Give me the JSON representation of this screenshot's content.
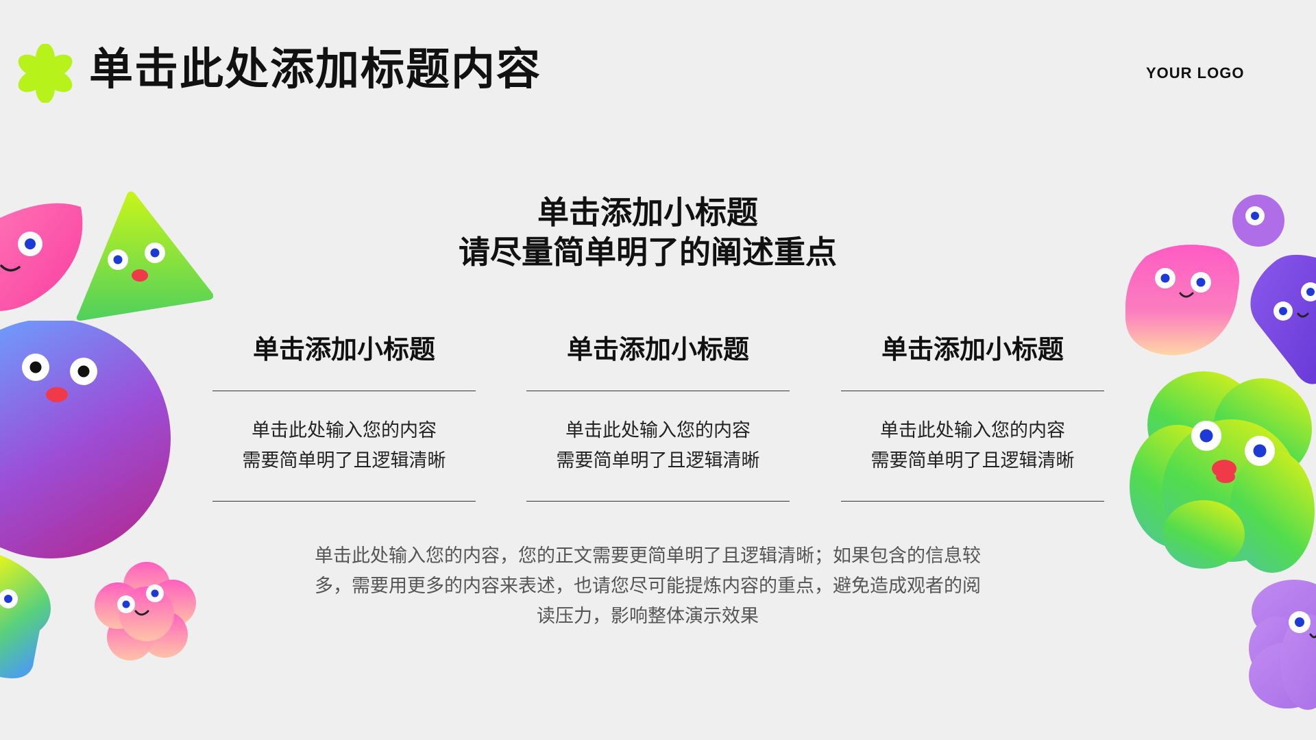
{
  "header": {
    "title": "单击此处添加标题内容",
    "logo": "YOUR LOGO",
    "accent_color": "#b7f21a"
  },
  "headline": {
    "line1": "单击添加小标题",
    "line2": "请尽量简单明了的阐述重点"
  },
  "columns": [
    {
      "title": "单击添加小标题",
      "line1": "单击此处输入您的内容",
      "line2": "需要简单明了且逻辑清晰"
    },
    {
      "title": "单击添加小标题",
      "line1": "单击此处输入您的内容",
      "line2": "需要简单明了且逻辑清晰"
    },
    {
      "title": "单击添加小标题",
      "line1": "单击此处输入您的内容",
      "line2": "需要简单明了且逻辑清晰"
    }
  ],
  "paragraph": {
    "line1": "单击此处输入您的内容，您的正文需要更简单明了且逻辑清晰；如果包含的信息较",
    "line2": "多，需要用更多的内容来表述，也请您尽可能提炼内容的重点，避免造成观者的阅",
    "line3": "读压力，影响整体演示效果"
  },
  "decorations": {
    "title_icon": "asterisk-flower-icon",
    "characters": [
      "pink-half-circle-character",
      "green-triangle-character",
      "purple-circle-character",
      "yellow-blob-character",
      "pink-flower-character",
      "purple-small-circle-character",
      "pink-blob-character",
      "purple-pentagon-character",
      "green-cloud-character",
      "lavender-cloud-character"
    ]
  }
}
